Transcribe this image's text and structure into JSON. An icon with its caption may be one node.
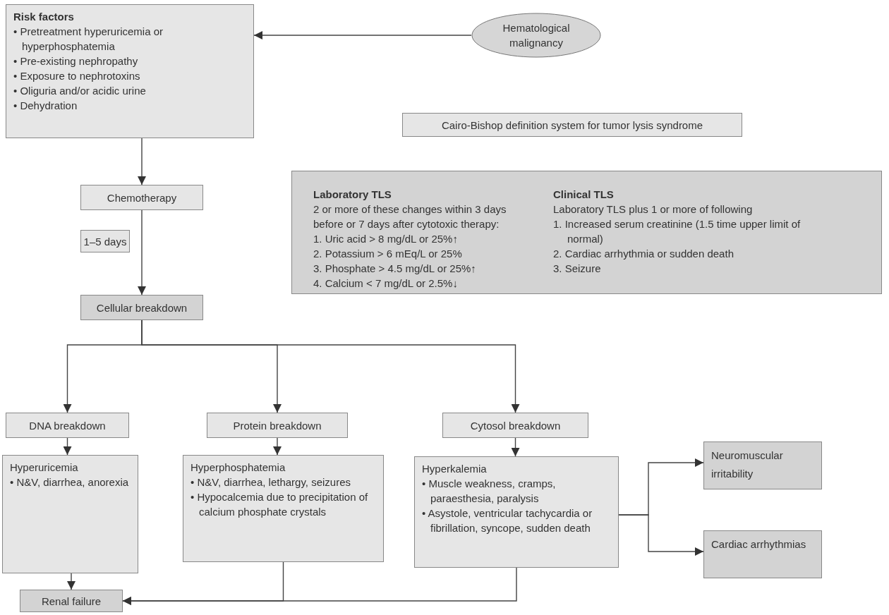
{
  "diagram": {
    "nodes": [
      {
        "text": [
          "Risk factors",
          "• Pretreatment hyperuricemia or hyperphosphatemia",
          "• Pre-existing nephropathy",
          "• Exposure to nephrotoxins",
          "• Oliguria and/or acidic urine",
          "• Dehydration"
        ]
      },
      {
        "text": [
          "Hematological malignancy"
        ]
      },
      {
        "text": [
          "Cairo-Bishop definition system for tumor lysis syndrome"
        ]
      },
      {
        "text": [
          "Laboratory TLS",
          "2 or more of these changes within 3 days before or 7 days after cytotoxic therapy:",
          "1. Uric acid > 8 mg/dL or 25%↑",
          "2. Potassium > 6 mEq/L or 25%",
          "3. Phosphate > 4.5 mg/dL or 25%↑",
          "4. Calcium < 7 mg/dL or 2.5%↓",
          "Clinical TLS",
          "Laboratory TLS plus 1 or more of following",
          "1. Increased serum creatinine (1.5 time upper limit of normal)",
          "2. Cardiac arrhythmia or sudden death",
          "3. Seizure"
        ]
      },
      {
        "text": [
          "Chemotherapy"
        ]
      },
      {
        "text": [
          "1–5 days"
        ]
      },
      {
        "text": [
          "Cellular breakdown"
        ]
      },
      {
        "text": [
          "DNA breakdown"
        ]
      },
      {
        "text": [
          "Protein breakdown"
        ]
      },
      {
        "text": [
          "Cytosol breakdown"
        ]
      },
      {
        "text": [
          "Hyperuricemia",
          "• N&V, diarrhea, anorexia"
        ]
      },
      {
        "text": [
          "Hyperphosphatemia",
          "• N&V, diarrhea, lethargy, seizures",
          "• Hypocalcemia due to precipitation of calcium phosphate crystals"
        ]
      },
      {
        "text": [
          "Hyperkalemia",
          "• Muscle weakness, cramps, paraesthesia, paralysis",
          "• Asystole, ventricular tachycardia or fibrillation, syncope, sudden death"
        ]
      },
      {
        "text": [
          "Neuromuscular irritability"
        ]
      },
      {
        "text": [
          "Cardiac arrhythmias"
        ]
      },
      {
        "text": [
          "Renal failure"
        ]
      }
    ],
    "edges": [
      {
        "from": 1,
        "to": 0,
        "arrow": "to"
      },
      {
        "from": 0,
        "to": 4,
        "arrow": "to"
      },
      {
        "from": 4,
        "to": 6,
        "arrow": "to"
      },
      {
        "from": 6,
        "to": 7,
        "arrow": "to"
      },
      {
        "from": 6,
        "to": 8,
        "arrow": "to"
      },
      {
        "from": 6,
        "to": 9,
        "arrow": "to"
      },
      {
        "from": 7,
        "to": 10,
        "arrow": "to"
      },
      {
        "from": 8,
        "to": 11,
        "arrow": "to"
      },
      {
        "from": 9,
        "to": 12,
        "arrow": "to"
      },
      {
        "from": 12,
        "to": 13,
        "arrow": "to"
      },
      {
        "from": 12,
        "to": 14,
        "arrow": "to"
      },
      {
        "from": 10,
        "to": 15,
        "arrow": "to"
      },
      {
        "from": 11,
        "to": 15,
        "arrow": "to"
      },
      {
        "from": 12,
        "to": 15,
        "arrow": "to"
      }
    ]
  }
}
